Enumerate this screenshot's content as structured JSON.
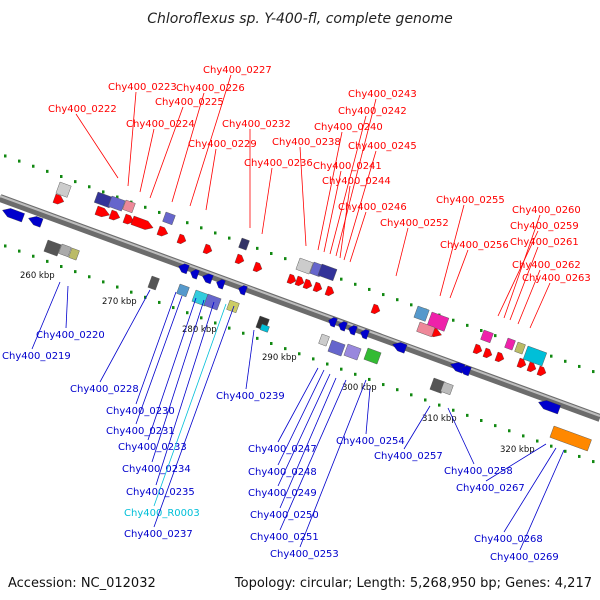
{
  "title": "Chloroflexus sp. Y-400-fl, complete genome",
  "accession_text": "Accession: NC_012032",
  "summary_text": "Topology: circular; Length: 5,268,950 bp; Genes: 4,217",
  "colors": {
    "forward": "#ff0000",
    "reverse": "#0000cc",
    "rna": "#00bfd8",
    "backbone": "#888888",
    "tick": "#118811"
  },
  "kbp_ticks": [
    "260 kbp",
    "270 kbp",
    "280 kbp",
    "290 kbp",
    "300 kbp",
    "310 kbp",
    "320 kbp"
  ],
  "top_labels": [
    "Chy400_0222",
    "Chy400_0223",
    "Chy400_0224",
    "Chy400_0225",
    "Chy400_0226",
    "Chy400_0227",
    "Chy400_0229",
    "Chy400_0232",
    "Chy400_0236",
    "Chy400_0238",
    "Chy400_0240",
    "Chy400_0241",
    "Chy400_0242",
    "Chy400_0243",
    "Chy400_0244",
    "Chy400_0245",
    "Chy400_0246",
    "Chy400_0252",
    "Chy400_0255",
    "Chy400_0256",
    "Chy400_0259",
    "Chy400_0260",
    "Chy400_0261",
    "Chy400_0262",
    "Chy400_0263"
  ],
  "bottom_labels": [
    "Chy400_0219",
    "Chy400_0220",
    "Chy400_0228",
    "Chy400_0230",
    "Chy400_0231",
    "Chy400_0233",
    "Chy400_0234",
    "Chy400_0235",
    "Chy400_R0003",
    "Chy400_0237",
    "Chy400_0239",
    "Chy400_0247",
    "Chy400_0248",
    "Chy400_0249",
    "Chy400_0250",
    "Chy400_0251",
    "Chy400_0253",
    "Chy400_0254",
    "Chy400_0257",
    "Chy400_0258",
    "Chy400_0267",
    "Chy400_0268",
    "Chy400_0269"
  ]
}
